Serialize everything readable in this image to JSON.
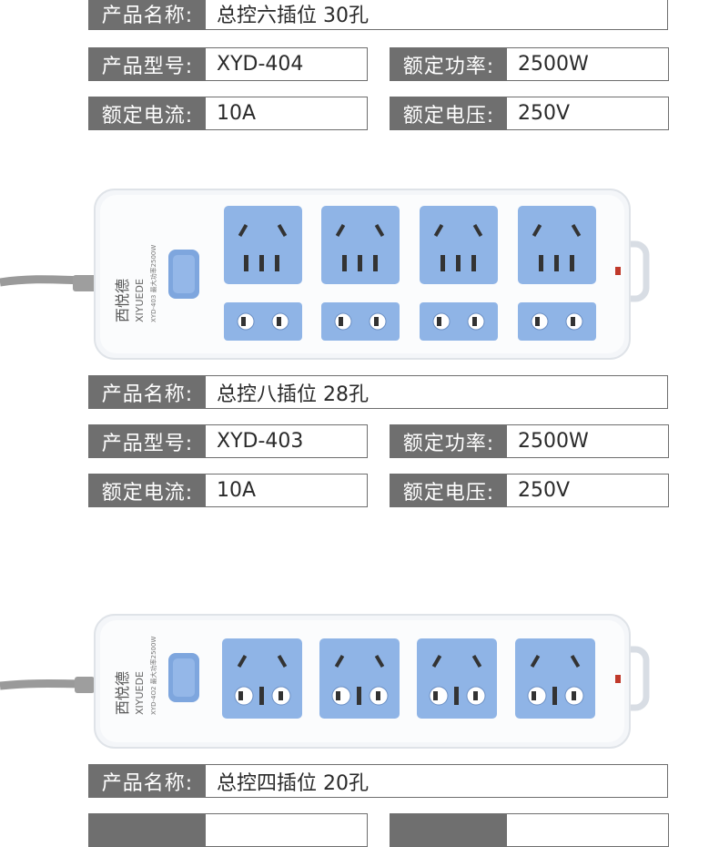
{
  "products": [
    {
      "name_label": "产品名称:",
      "name_value": "总控六插位  30孔",
      "model_label": "产品型号:",
      "model_value": "XYD-404",
      "power_label": "额定功率:",
      "power_value": "2500W",
      "current_label": "额定电流:",
      "current_value": "10A",
      "voltage_label": "额定电压:",
      "voltage_value": "250V"
    },
    {
      "name_label": "产品名称:",
      "name_value": "总控八插位  28孔",
      "model_label": "产品型号:",
      "model_value": "XYD-403",
      "power_label": "额定功率:",
      "power_value": "2500W",
      "current_label": "额定电流:",
      "current_value": "10A",
      "voltage_label": "额定电压:",
      "voltage_value": "250V"
    },
    {
      "name_label": "产品名称:",
      "name_value": "总控四插位  20孔"
    }
  ],
  "strip1": {
    "brand_cn": "西悦德",
    "brand_en": "XIYUEDE",
    "model_text": "XYD-403 最大功率2500W"
  },
  "strip2": {
    "brand_cn": "西悦德",
    "brand_en": "XIYUEDE",
    "model_text": "XYD-4O2 最大功率2500W"
  },
  "colors": {
    "label_bg": "#6f6f6f",
    "socket_blue": "#8fb4e6",
    "strip_body": "#f3f5f8",
    "indicator_red": "#c0392b"
  }
}
